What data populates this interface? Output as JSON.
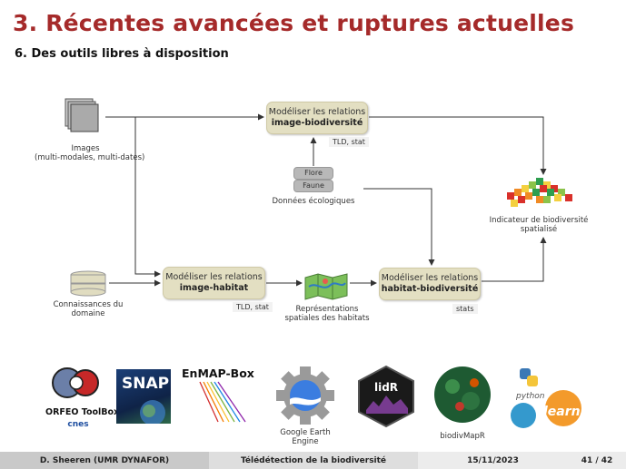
{
  "header": {
    "title": "3. Récentes avancées et ruptures actuelles",
    "subtitle": "6. Des outils libres à disposition"
  },
  "diagram": {
    "images_label_line1": "Images",
    "images_label_line2": "(multi-modales, multi-dates)",
    "box_image_bio_line1": "Modéliser les relations",
    "box_image_bio_line2": "image-biodiversité",
    "tag_image_bio": "TLD, stat",
    "db_flore": "Flore",
    "db_faune": "Faune",
    "donnees_label": "Données écologiques",
    "indicator_line1": "Indicateur de biodiversité",
    "indicator_line2": "spatialisé",
    "connaissances_line1": "Connaissances du",
    "connaissances_line2": "domaine",
    "box_image_habitat_line1": "Modéliser les relations",
    "box_image_habitat_line2": "image-habitat",
    "tag_image_habitat": "TLD, stat",
    "representations_line1": "Représentations",
    "representations_line2": "spatiales des habitats",
    "box_habitat_bio_line1": "Modéliser les relations",
    "box_habitat_bio_line2": "habitat-biodiversité",
    "tag_habitat_bio": "stats"
  },
  "logos": {
    "orfeo": "ORFEO ToolBox",
    "cnes": "cnes",
    "snap": "SNAP",
    "enmap": "EnMAP-Box",
    "gee_line1": "Google Earth",
    "gee_line2": "Engine",
    "lidr": "lidR",
    "biodivmapr": "biodivMapR",
    "python": "python",
    "learn": "learn"
  },
  "footer": {
    "author": "D. Sheeren (UMR DYNAFOR)",
    "course": "Télédétection de la biodiversité",
    "date": "15/11/2023",
    "page": "41 / 42"
  },
  "colors": {
    "title": "#a52a2a",
    "box": "#e3dfc2",
    "footer_dark": "#cfcfcf",
    "footer_light": "#e9e9e9"
  }
}
